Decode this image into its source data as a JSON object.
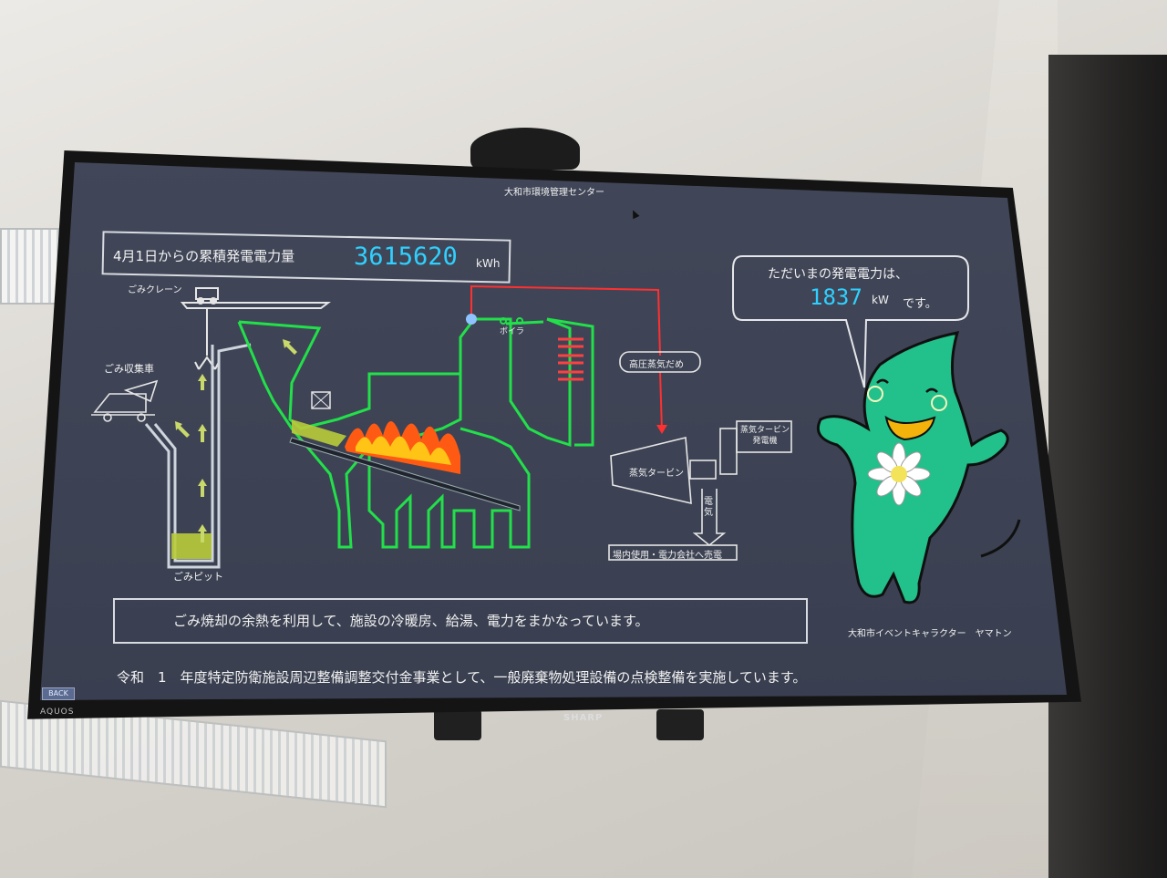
{
  "screen": {
    "title": "大和市環境管理センター",
    "cumulative_label": "4月1日からの累積発電電力量",
    "cumulative_value": "3615620",
    "cumulative_unit": "kWh",
    "current": {
      "line1": "ただいまの発電電力は、",
      "value": "1837",
      "unit": "kW",
      "suffix": "です。"
    },
    "diagram": {
      "crane": "ごみクレーン",
      "truck": "ごみ収集車",
      "pit": "ごみピット",
      "boiler": "ボイラ",
      "hp_steam": "高圧蒸気だめ",
      "turbine": "蒸気タービン",
      "generator": "蒸気タービン\n発電機",
      "electricity": "電気",
      "sale": "場内使用・電力会社へ売電"
    },
    "message": "ごみ焼却の余熱を利用して、施設の冷暖房、給湯、電力をまかなっています。",
    "character_caption": "大和市イベントキャラクター　ヤマトン",
    "ticker": "令和　1　年度特定防衛施設周辺整備調整交付金事業として、一般廃棄物処理設備の点検整備を実施しています。",
    "back_button": "BACK"
  },
  "tv": {
    "brand_left": "AQUOS",
    "brand_center": "SHARP"
  },
  "colors": {
    "accent": "#2fd0ff",
    "line_green": "#22e04a",
    "steam_red": "#ff3030",
    "mascot": "#22c08a"
  }
}
